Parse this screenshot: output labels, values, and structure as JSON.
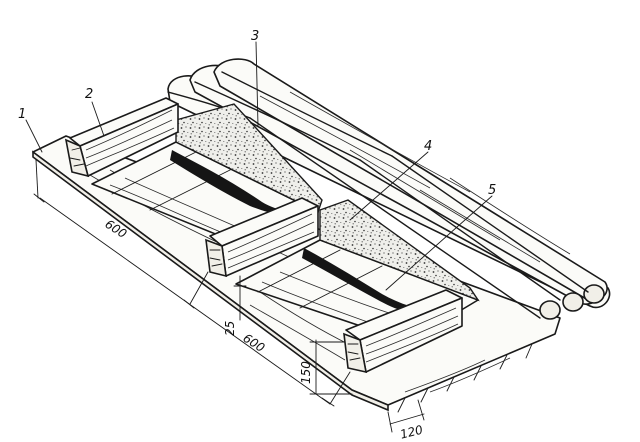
{
  "labels": {
    "l1": "1",
    "l2": "2",
    "l3": "3",
    "l4": "4",
    "l5": "5"
  },
  "dimensions": {
    "span_1": "600",
    "span_2": "600",
    "depth_25": "25",
    "height_150": "150",
    "width_120": "120"
  }
}
